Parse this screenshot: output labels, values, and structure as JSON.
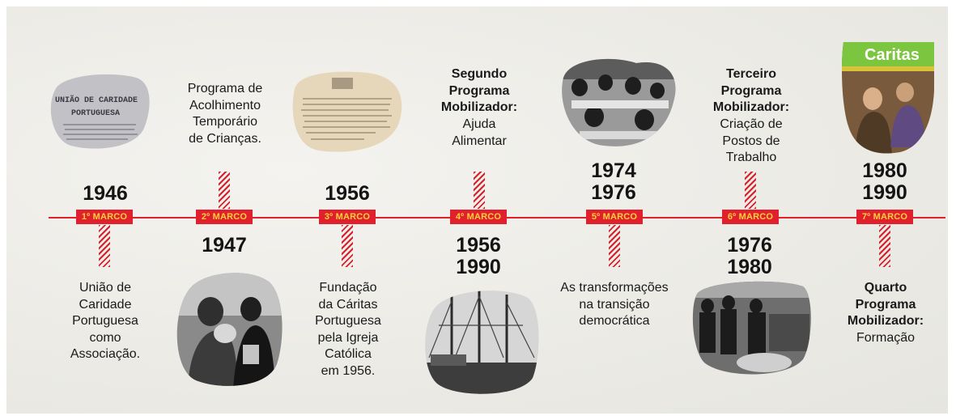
{
  "markers": [
    {
      "label": "1º MARCO"
    },
    {
      "label": "2º MARCO"
    },
    {
      "label": "3º MARCO"
    },
    {
      "label": "4º MARCO"
    },
    {
      "label": "5º MARCO"
    },
    {
      "label": "6º MARCO"
    },
    {
      "label": "7º MARCO"
    }
  ],
  "milestones": [
    {
      "years": "1946",
      "text": "União de\nCaridade\nPortuguesa\ncomo\nAssociação."
    },
    {
      "years": "1947",
      "text": "Programa de\nAcolhimento\nTemporário\nde Crianças."
    },
    {
      "years": "1956",
      "text": "Fundação\nda Cáritas\nPortuguesa\npela Igreja\nCatólica\nem 1956."
    },
    {
      "years": "1956\n1990",
      "title": "Segundo\nPrograma\nMobilizador:",
      "text": "Ajuda\nAlimentar"
    },
    {
      "years": "1974\n1976",
      "text": "As transformações\nna transição\ndemocrática"
    },
    {
      "years": "1976\n1980",
      "title": "Terceiro\nPrograma\nMobilizador:",
      "text": "Criação de\nPostos de\nTrabalho"
    },
    {
      "years": "1980\n1990",
      "title": "Quarto\nPrograma\nMobilizador:",
      "text": "Formação"
    }
  ],
  "photos": {
    "document_1946": {
      "line1": "UNIÃO DE CARIDADE",
      "line2": "PORTUGUESA"
    },
    "magazine_1980": {
      "masthead": "Caritas"
    }
  },
  "colors": {
    "accent": "#e0202c",
    "marker_text": "#ffd23a",
    "background": "#ecebe6"
  }
}
